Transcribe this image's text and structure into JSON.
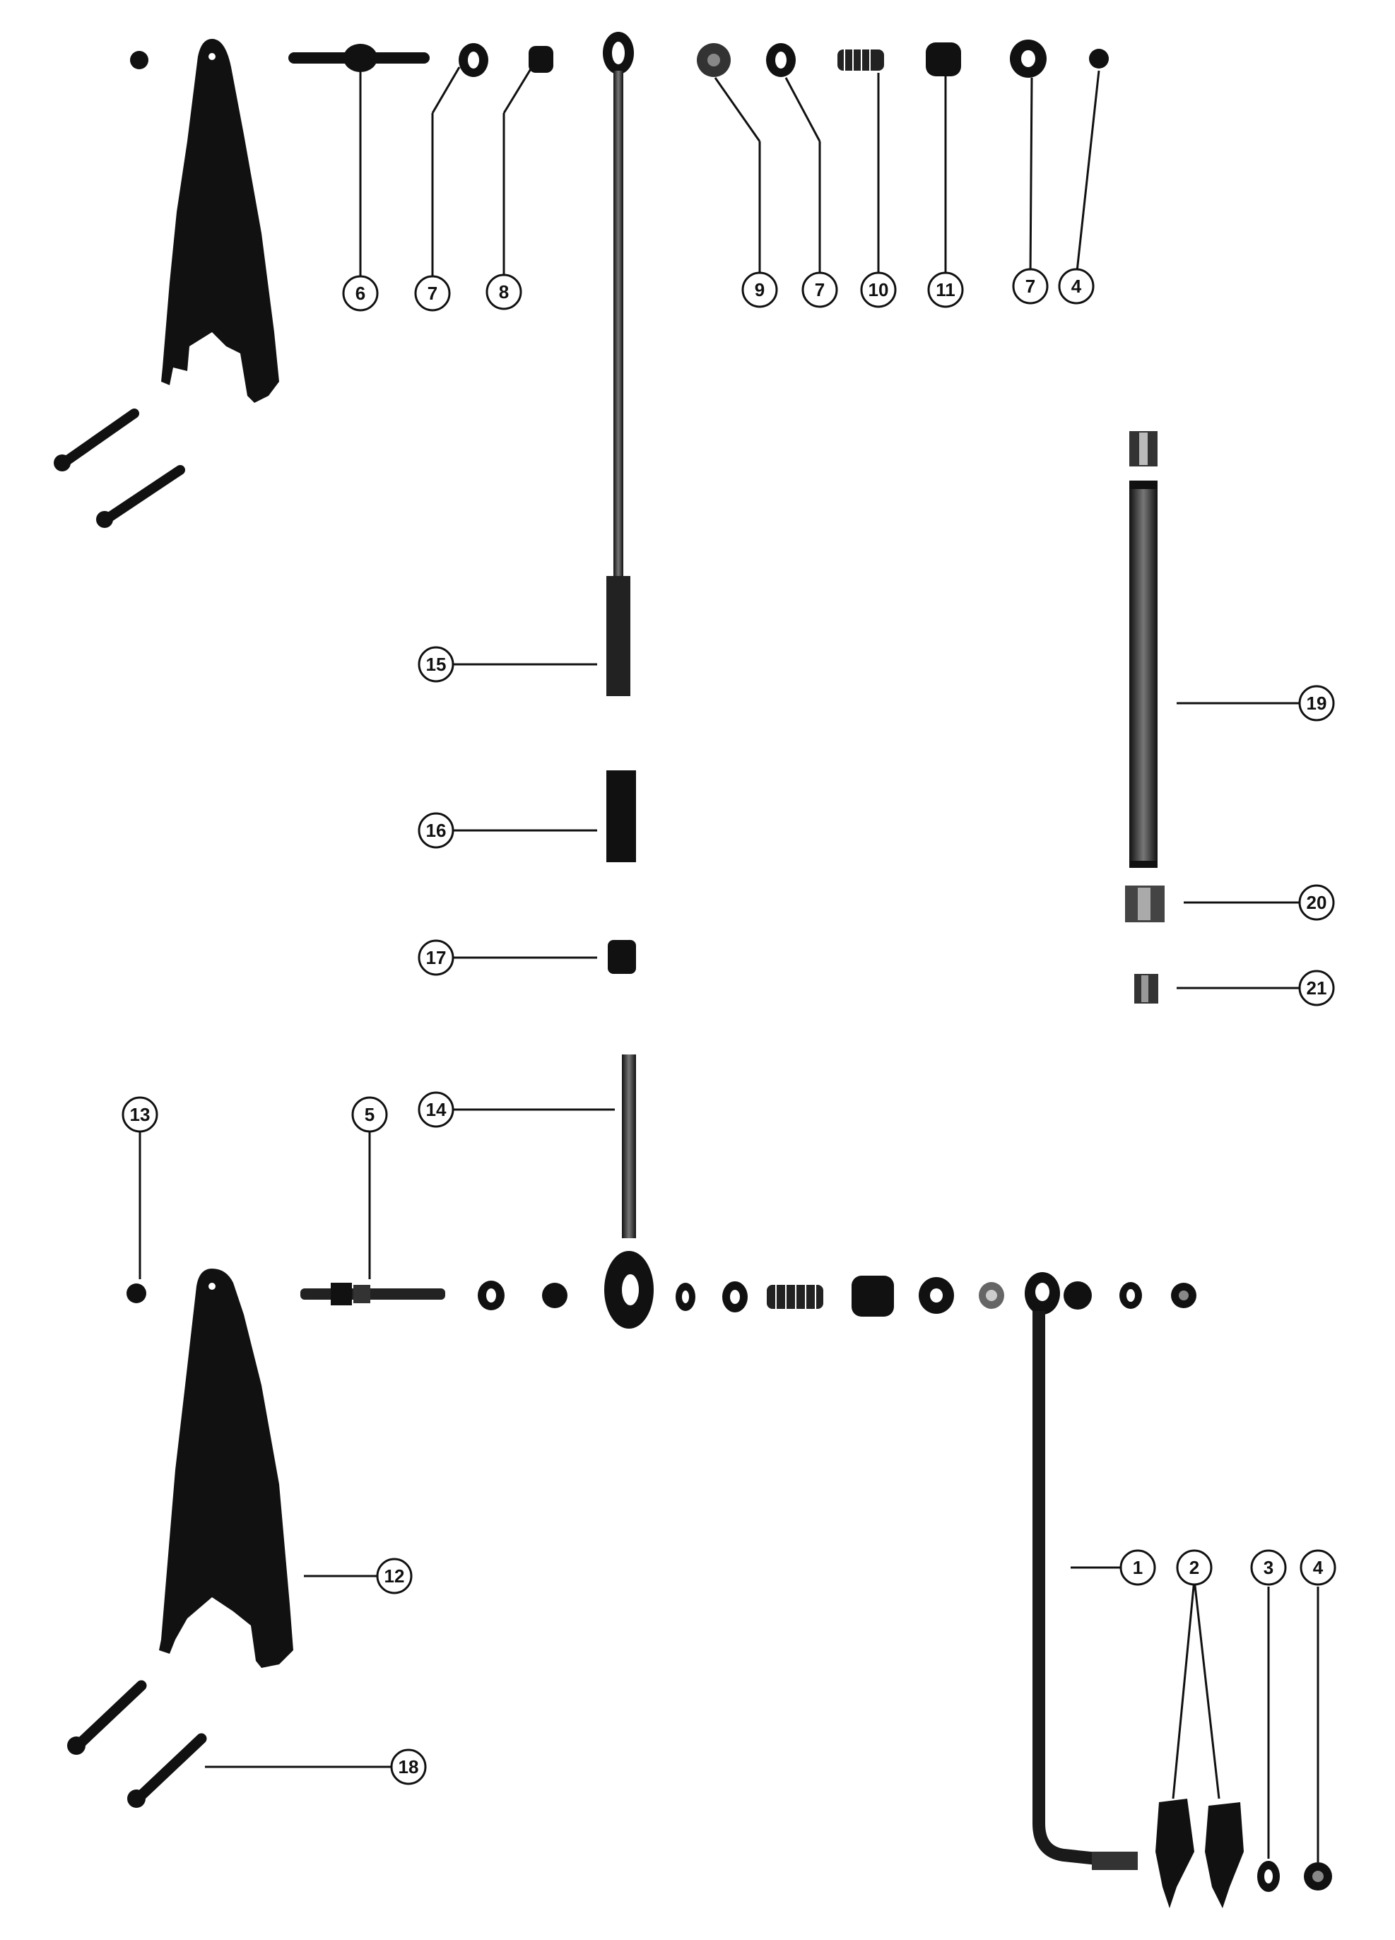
{
  "diagram": {
    "callouts": [
      "1",
      "2",
      "3",
      "4",
      "4",
      "5",
      "6",
      "7",
      "7",
      "7",
      "8",
      "9",
      "10",
      "11",
      "12",
      "13",
      "14",
      "15",
      "16",
      "17",
      "18",
      "19",
      "20",
      "21"
    ]
  },
  "colors": {
    "ink": "#0a0a0a",
    "paper": "#ffffff",
    "gray": "#555555"
  }
}
